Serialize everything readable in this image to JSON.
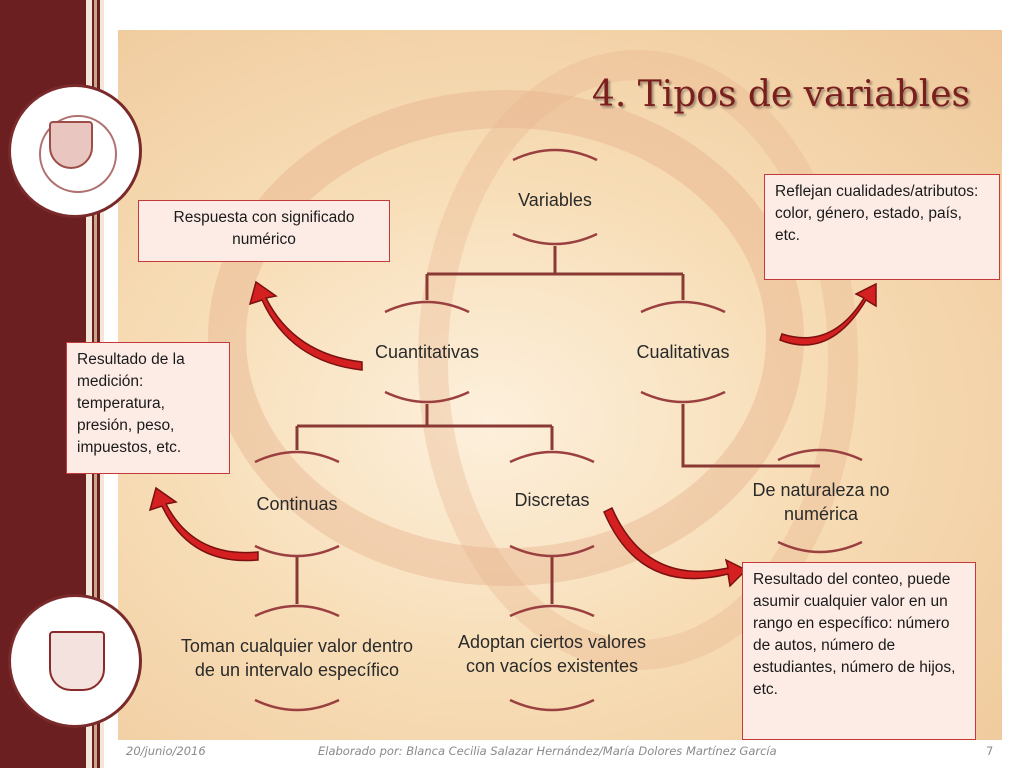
{
  "slide": {
    "title": "4. Tipos de variables"
  },
  "nodes": {
    "variables": "Variables",
    "cuantitativas": "Cuantitativas",
    "cualitativas": "Cualitativas",
    "continuas": "Continuas",
    "discretas": "Discretas",
    "naturaleza": "De naturaleza no numérica",
    "continuas_desc": "Toman cualquier valor dentro de un intervalo específico",
    "discretas_desc": "Adoptan ciertos valores con vacíos existentes"
  },
  "callouts": {
    "cuantitativas": "Respuesta con significado numérico",
    "cualitativas": "Reflejan cualidades/atributos: color, género, estado, país, etc.",
    "continuas": "Resultado de la medición: temperatura, presión, peso, impuestos, etc.",
    "discretas": "Resultado del conteo, puede asumir cualquier valor en un rango en específico: número de autos, número de estudiantes, número de hijos, etc."
  },
  "footer": {
    "date": "20/junio/2016",
    "author": "Elaborado por: Blanca Cecilia Salazar Hernández/María Dolores Martínez García",
    "page": "7"
  },
  "colors": {
    "band": "#6b1f20",
    "connector": "#8a3a35",
    "arc": "#9b4040",
    "arrow": "#d42020",
    "title": "#7a1f1e"
  }
}
